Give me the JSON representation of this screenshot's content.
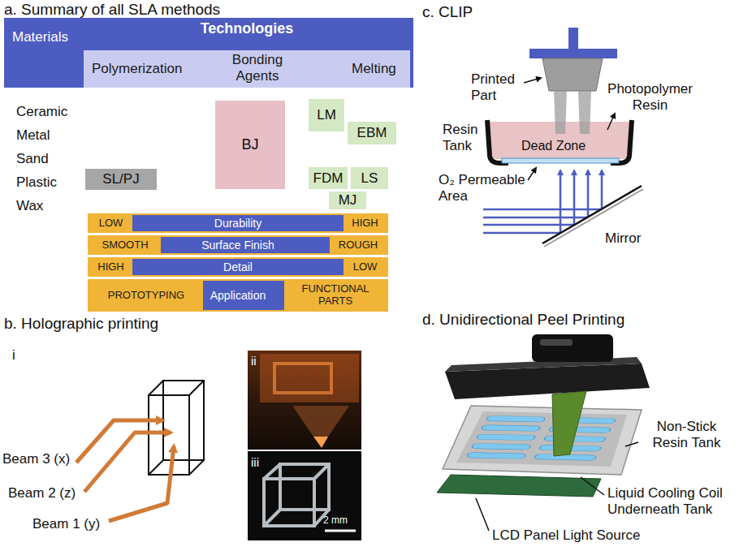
{
  "diagram": {
    "nodes": [
      {
        "text": [
          "Materials",
          "Technologies"
        ]
      },
      {
        "text": [
          "Polymerization",
          "Bonding Agents",
          "Melting"
        ],
        "in": 0
      },
      {
        "text": [
          "SL/PJ"
        ]
      },
      {
        "text": [
          "BJ"
        ]
      },
      {
        "text": [
          "LM"
        ]
      },
      {
        "text": [
          "EBM"
        ]
      },
      {
        "text": [
          "FDM"
        ]
      },
      {
        "text": [
          "LS"
        ]
      },
      {
        "text": [
          "MJ"
        ]
      },
      {
        "text": [
          "Durability"
        ]
      },
      {
        "text": [
          "LOW"
        ],
        "in": 9
      },
      {
        "text": [
          "HIGH"
        ],
        "in": 9
      },
      {
        "text": [
          "Surface Finish"
        ]
      },
      {
        "text": [
          "SMOOTH"
        ],
        "in": 12
      },
      {
        "text": [
          "ROUGH"
        ],
        "in": 12
      },
      {
        "text": [
          "Detail"
        ]
      },
      {
        "text": [
          "HIGH"
        ],
        "in": 15
      },
      {
        "text": [
          "LOW"
        ],
        "in": 15
      },
      {
        "text": [
          "Application"
        ]
      },
      {
        "text": [
          "PROTOTYPING"
        ],
        "in": 18
      },
      {
        "text": [
          "FUNCTIONAL PARTS"
        ],
        "in": 18
      }
    ],
    "labels": [
      "a. Summary of all SLA methods",
      "Ceramic",
      "Metal",
      "Sand",
      "Plastic",
      "Wax",
      "b. Holographic printing",
      "i",
      "ii",
      "iii",
      "2 mm",
      "Beam 3 (x)",
      "Beam 2 (z)",
      "Beam 1 (y)",
      "c. CLIP",
      "Printed Part",
      "Photopolymer Resin",
      "Resin Tank",
      "Dead Zone",
      "O₂ Permeable Area",
      "Mirror",
      "d. Unidirectional Peel Printing",
      "Non-Stick Resin Tank",
      "Liquid Cooling Coil Underneath Tank",
      "LCD Panel Light Source"
    ]
  }
}
